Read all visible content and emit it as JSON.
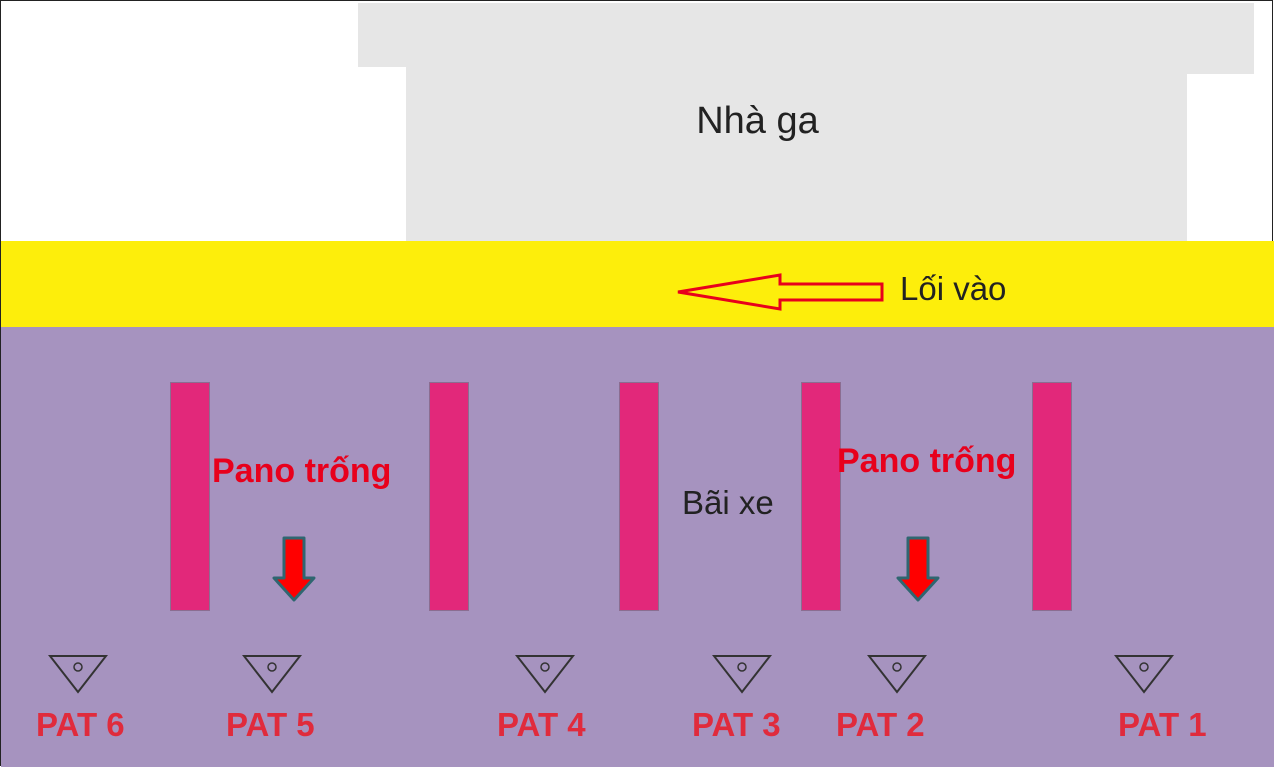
{
  "station": {
    "label": "Nhà ga"
  },
  "entrance": {
    "label": "Lối vào"
  },
  "parking": {
    "label": "Bãi xe"
  },
  "blank_panels": [
    {
      "label": "Pano trống"
    },
    {
      "label": "Pano trống"
    }
  ],
  "pats": [
    {
      "label": "PAT 6"
    },
    {
      "label": "PAT 5"
    },
    {
      "label": "PAT 4"
    },
    {
      "label": "PAT 3"
    },
    {
      "label": "PAT 2"
    },
    {
      "label": "PAT 1"
    }
  ],
  "colors": {
    "station": "#e6e6e6",
    "entrance": "#fdee0b",
    "parking": "#a693bf",
    "panel": "#e2287a",
    "annotation": "#e8001c",
    "pat_label": "#e02b3c"
  }
}
